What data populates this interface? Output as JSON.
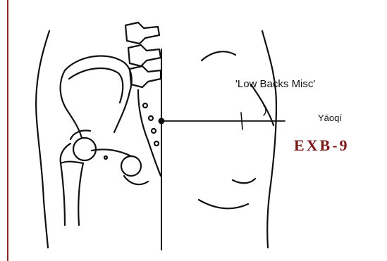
{
  "point": {
    "english_name": "'Low Backs Misc'",
    "pinyin_name": "Yāoqí",
    "code": "EXB-9"
  },
  "colors": {
    "code_text": "#7a1a18",
    "left_border": "#8b2a24",
    "line_art": "#111111"
  }
}
